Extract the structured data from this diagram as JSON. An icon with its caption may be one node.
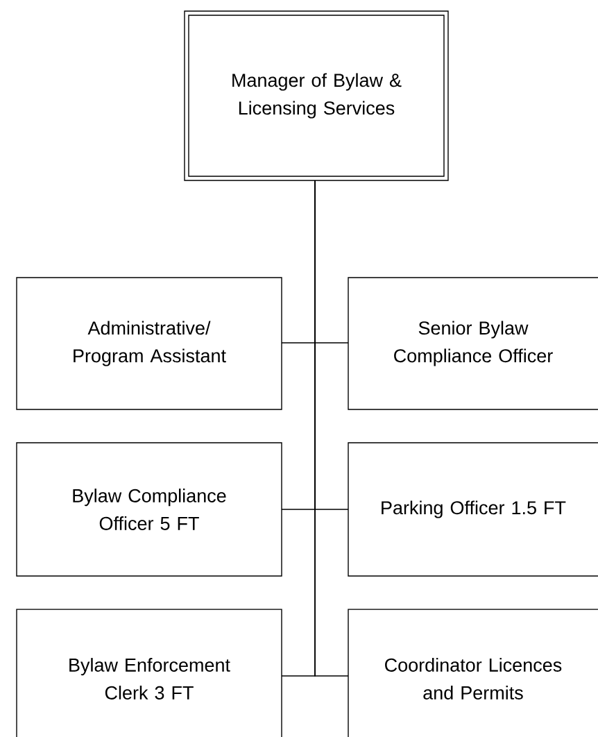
{
  "diagram": {
    "nodes": [
      {
        "text": [
          "Manager of Bylaw & Licensing Services"
        ]
      },
      {
        "text": [
          "Administrative/ Program Assistant"
        ]
      },
      {
        "text": [
          "Senior Bylaw Compliance Officer"
        ]
      },
      {
        "text": [
          "Bylaw Compliance Officer 5 FT"
        ]
      },
      {
        "text": [
          "Parking Officer 1.5 FT"
        ]
      },
      {
        "text": [
          "Bylaw Enforcement Clerk 3 FT"
        ]
      },
      {
        "text": [
          "Coordinator Licences and Permits"
        ]
      }
    ],
    "edges": [
      {
        "from": 0,
        "to": 1,
        "arrow": "none"
      },
      {
        "from": 0,
        "to": 2,
        "arrow": "none"
      },
      {
        "from": 0,
        "to": 3,
        "arrow": "none"
      },
      {
        "from": 0,
        "to": 4,
        "arrow": "none"
      },
      {
        "from": 0,
        "to": 5,
        "arrow": "none"
      },
      {
        "from": 0,
        "to": 6,
        "arrow": "none"
      }
    ]
  }
}
